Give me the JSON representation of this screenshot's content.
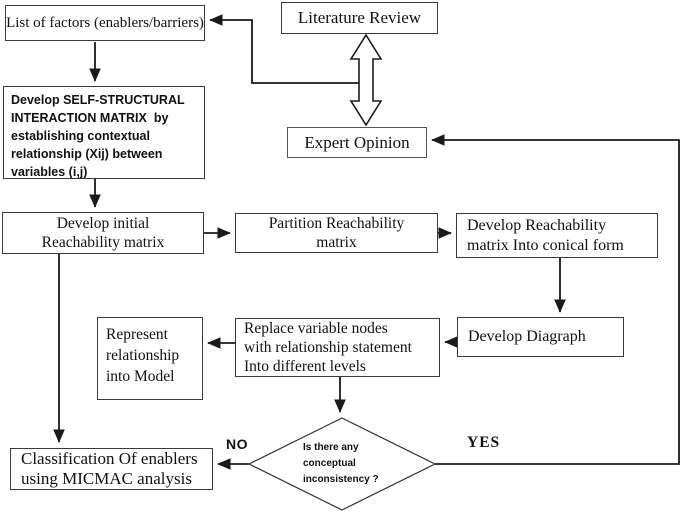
{
  "nodes": {
    "list_of_factors": {
      "label": "List of factors (enablers/barriers)"
    },
    "literature_review": {
      "label": "Literature Review"
    },
    "expert_opinion": {
      "label": "Expert Opinion"
    },
    "ssim": {
      "label": "Develop SELF-STRUCTURAL\nINTERACTION MATRIX  by\nestablishing contextual\nrelationship (Xij) between\nvariables (i,j)"
    },
    "initial_reachability": {
      "label": "Develop initial\nReachability matrix"
    },
    "partition_reachability": {
      "label": "Partition Reachability\nmatrix"
    },
    "conical_form": {
      "label": "Develop Reachability\nmatrix Into conical form"
    },
    "develop_diagraph": {
      "label": "Develop Diagraph"
    },
    "replace_nodes": {
      "label": "Replace variable nodes\nwith relationship statement\nInto different levels"
    },
    "represent_model": {
      "label": "Represent\nrelationship\ninto Model"
    },
    "classification": {
      "label": "Classification Of enablers\nusing MICMAC analysis"
    },
    "decision": {
      "label": "Is there any\nconceptual\ninconsistency ?"
    }
  },
  "edge_labels": {
    "no": "NO",
    "yes": "YES"
  },
  "edges": [
    {
      "from": "literature_review",
      "to": "expert_opinion",
      "type": "double-headed"
    },
    {
      "from": "expert_opinion",
      "to": "list_of_factors",
      "type": "arrow"
    },
    {
      "from": "list_of_factors",
      "to": "ssim",
      "type": "arrow"
    },
    {
      "from": "ssim",
      "to": "initial_reachability",
      "type": "arrow"
    },
    {
      "from": "initial_reachability",
      "to": "partition_reachability",
      "type": "arrow"
    },
    {
      "from": "partition_reachability",
      "to": "conical_form",
      "type": "arrow"
    },
    {
      "from": "conical_form",
      "to": "develop_diagraph",
      "type": "arrow"
    },
    {
      "from": "develop_diagraph",
      "to": "replace_nodes",
      "type": "arrow"
    },
    {
      "from": "replace_nodes",
      "to": "represent_model",
      "type": "arrow"
    },
    {
      "from": "replace_nodes",
      "to": "decision",
      "type": "arrow"
    },
    {
      "from": "initial_reachability",
      "to": "classification",
      "type": "arrow"
    },
    {
      "from": "decision",
      "to": "classification",
      "type": "arrow",
      "label": "NO"
    },
    {
      "from": "decision",
      "to": "expert_opinion",
      "type": "arrow",
      "label": "YES"
    }
  ],
  "colors": {
    "line": "#1a1a1a",
    "border": "#3a3a3a",
    "background": "#ffffff",
    "text": "#111111"
  }
}
